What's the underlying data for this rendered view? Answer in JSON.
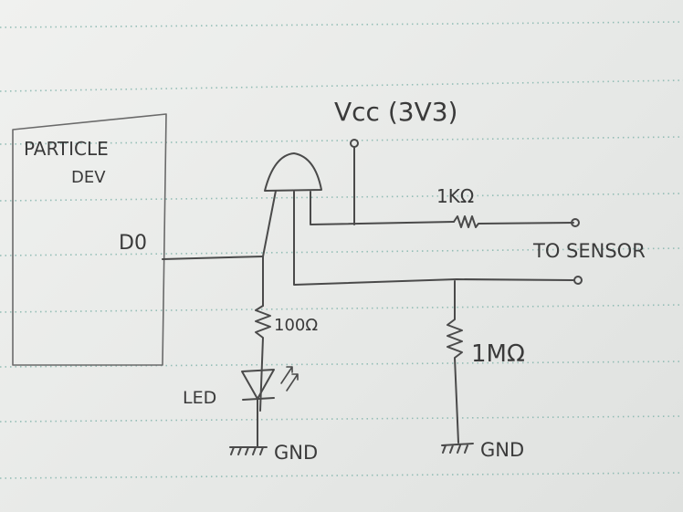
{
  "diagram": {
    "board_label_line1": "PARTICLE",
    "board_label_line2": "DEV",
    "pin_label": "D0",
    "vcc_label": "Vcc (3V3)",
    "r1_label": "1KΩ",
    "r2_label": "100Ω",
    "r3_label": "1MΩ",
    "led_label": "LED",
    "gnd_left_label": "GND",
    "gnd_right_label": "GND",
    "sensor_label": "TO SENSOR"
  },
  "colors": {
    "paper": "#eceeec",
    "ink": "#4a4a4a",
    "rule": "#7fb3aa"
  }
}
